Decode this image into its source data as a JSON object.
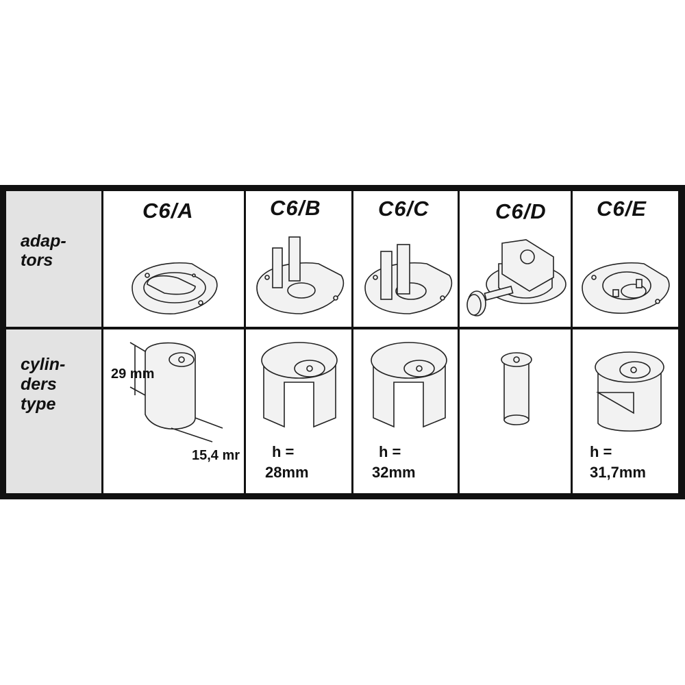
{
  "row_labels": {
    "adaptors": [
      "adap-",
      "tors"
    ],
    "cylinders": [
      "cylin-",
      "ders",
      "type"
    ]
  },
  "columns": [
    {
      "code": "C6/A",
      "dimension_height": "29 mm",
      "dimension_width": "15,4 mr"
    },
    {
      "code": "C6/B",
      "h_label": "h =",
      "h_value": "28mm"
    },
    {
      "code": "C6/C",
      "h_label": "h =",
      "h_value": "32mm"
    },
    {
      "code": "C6/D"
    },
    {
      "code": "C6/E",
      "h_label": "h =",
      "h_value": "31,7mm"
    }
  ]
}
